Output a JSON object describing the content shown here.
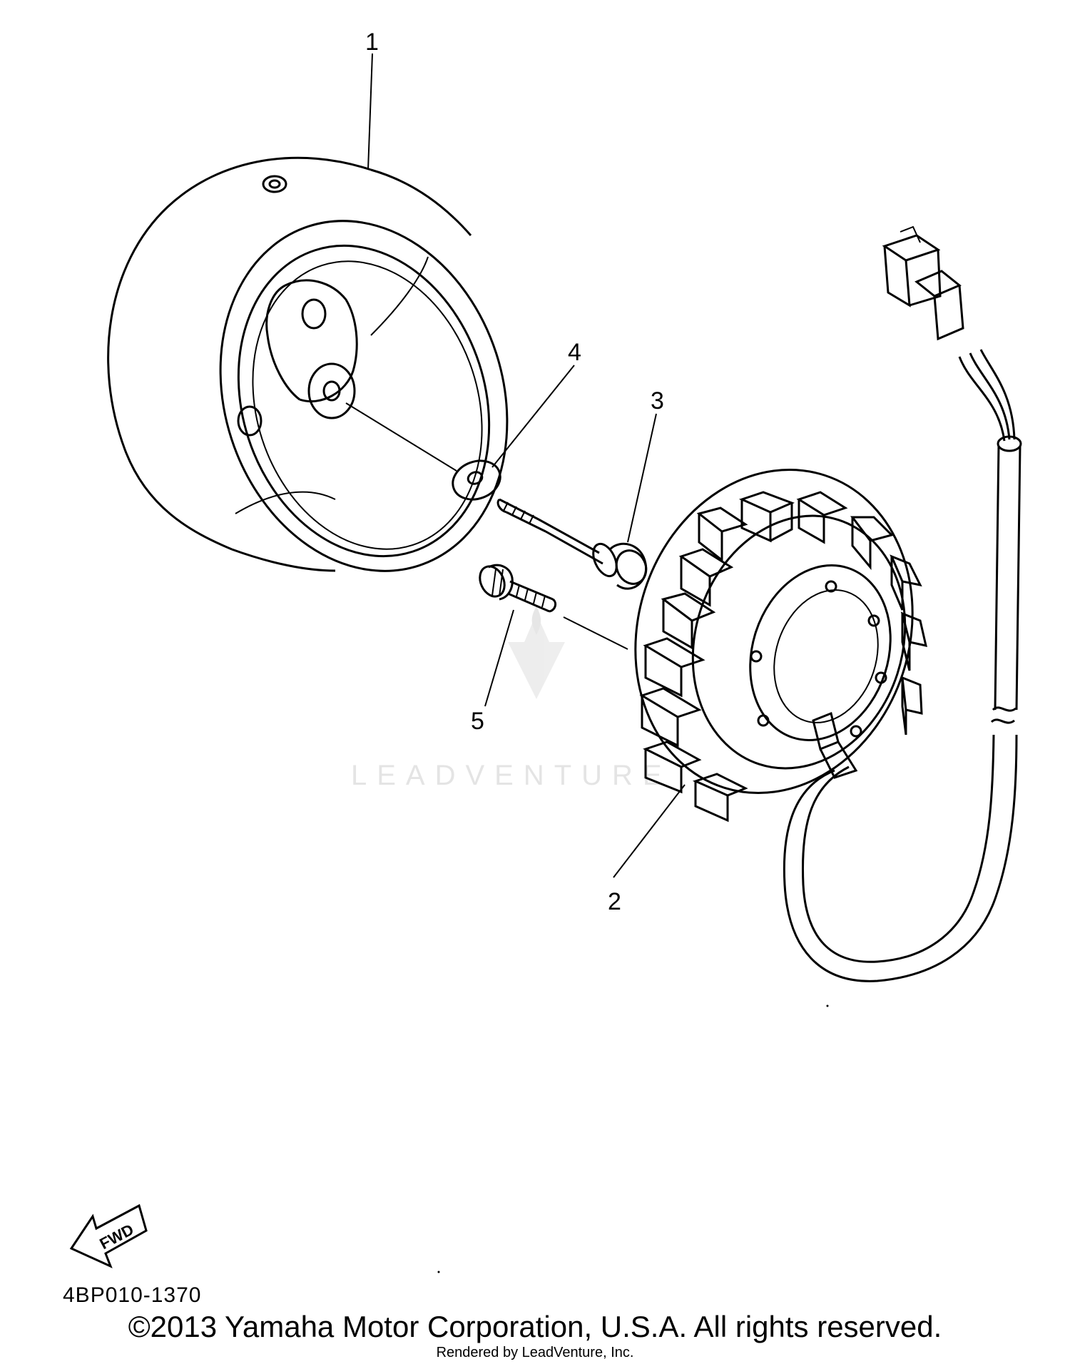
{
  "callouts": {
    "part_1": "1",
    "part_2": "2",
    "part_3": "3",
    "part_4": "4",
    "part_5": "5"
  },
  "fwd_label": "FWD",
  "diagram_code": "4BP010-1370",
  "watermark": "LEADVENTURE",
  "copyright": "©2013 Yamaha Motor Corporation, U.S.A. All rights reserved.",
  "rendered_by": "Rendered by LeadVenture, Inc."
}
